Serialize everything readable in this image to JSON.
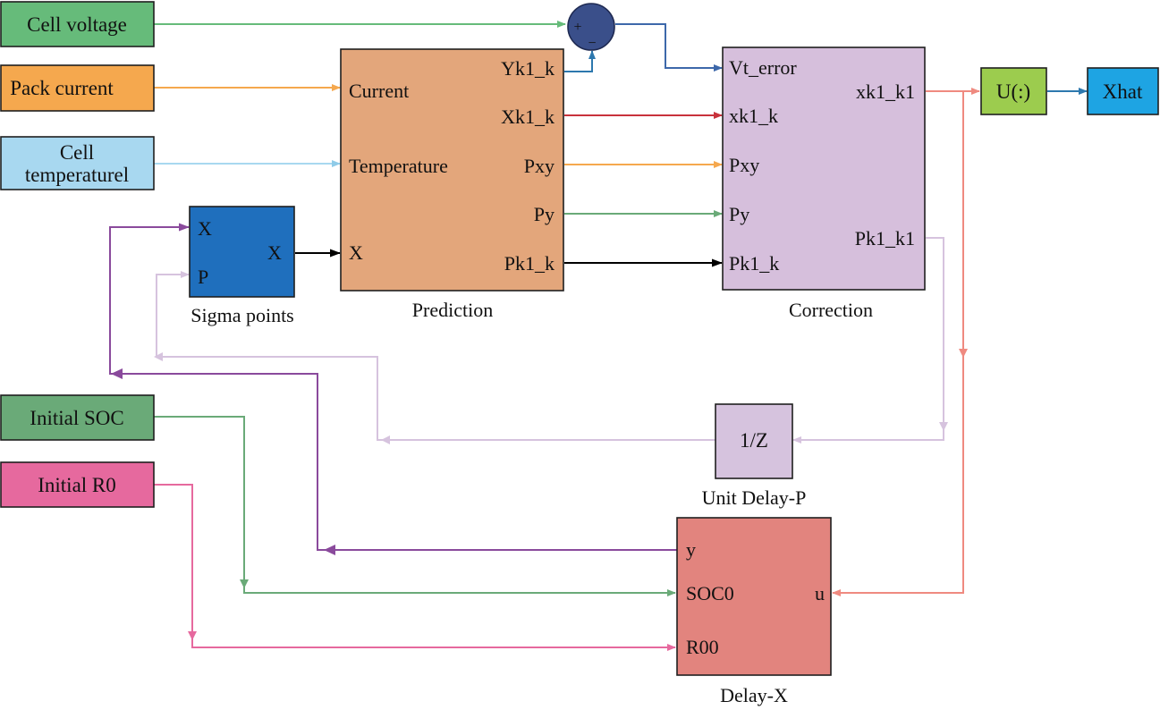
{
  "colors": {
    "green": "#66bb7a",
    "orange": "#f5a84e",
    "lightblue": "#a8d8f0",
    "blue": "#3d68aa",
    "red": "#c8323c",
    "black": "#000000",
    "lavender": "#d6c3de",
    "purple": "#8a4a9c",
    "darkgreen": "#6aaa78",
    "pink": "#e6699e",
    "salmon": "#ef8a80",
    "steelblue": "#2d78ae"
  },
  "inputs": {
    "cell_voltage": "Cell voltage",
    "pack_current": "Pack current",
    "cell_temp_line1": "Cell",
    "cell_temp_line2": "temperaturel",
    "initial_soc": "Initial SOC",
    "initial_r0": "Initial R0"
  },
  "sum": {
    "plus": "+",
    "minus": "−"
  },
  "sigma": {
    "caption": "Sigma points",
    "in_x": "X",
    "in_p": "P",
    "out_x": "X"
  },
  "prediction": {
    "caption": "Prediction",
    "in_current": "Current",
    "in_temperature": "Temperature",
    "in_x": "X",
    "out_yk1_k": "Yk1_k",
    "out_xk1_k": "Xk1_k",
    "out_pxy": "Pxy",
    "out_py": "Py",
    "out_pk1_k": "Pk1_k"
  },
  "correction": {
    "caption": "Correction",
    "in_vt_error": "Vt_error",
    "in_xk1_k": "xk1_k",
    "in_pxy": "Pxy",
    "in_py": "Py",
    "in_pk1_k": "Pk1_k",
    "out_xk1_k1": "xk1_k1",
    "out_pk1_k1": "Pk1_k1"
  },
  "unit_delay": {
    "caption": "Unit Delay-P",
    "label": "1/Z"
  },
  "delay_x": {
    "caption": "Delay-X",
    "in_y": "y",
    "in_soc0": "SOC0",
    "in_r00": "R00",
    "out_u": "u"
  },
  "reshape": {
    "label": "U(:)"
  },
  "output": {
    "label": "Xhat"
  }
}
